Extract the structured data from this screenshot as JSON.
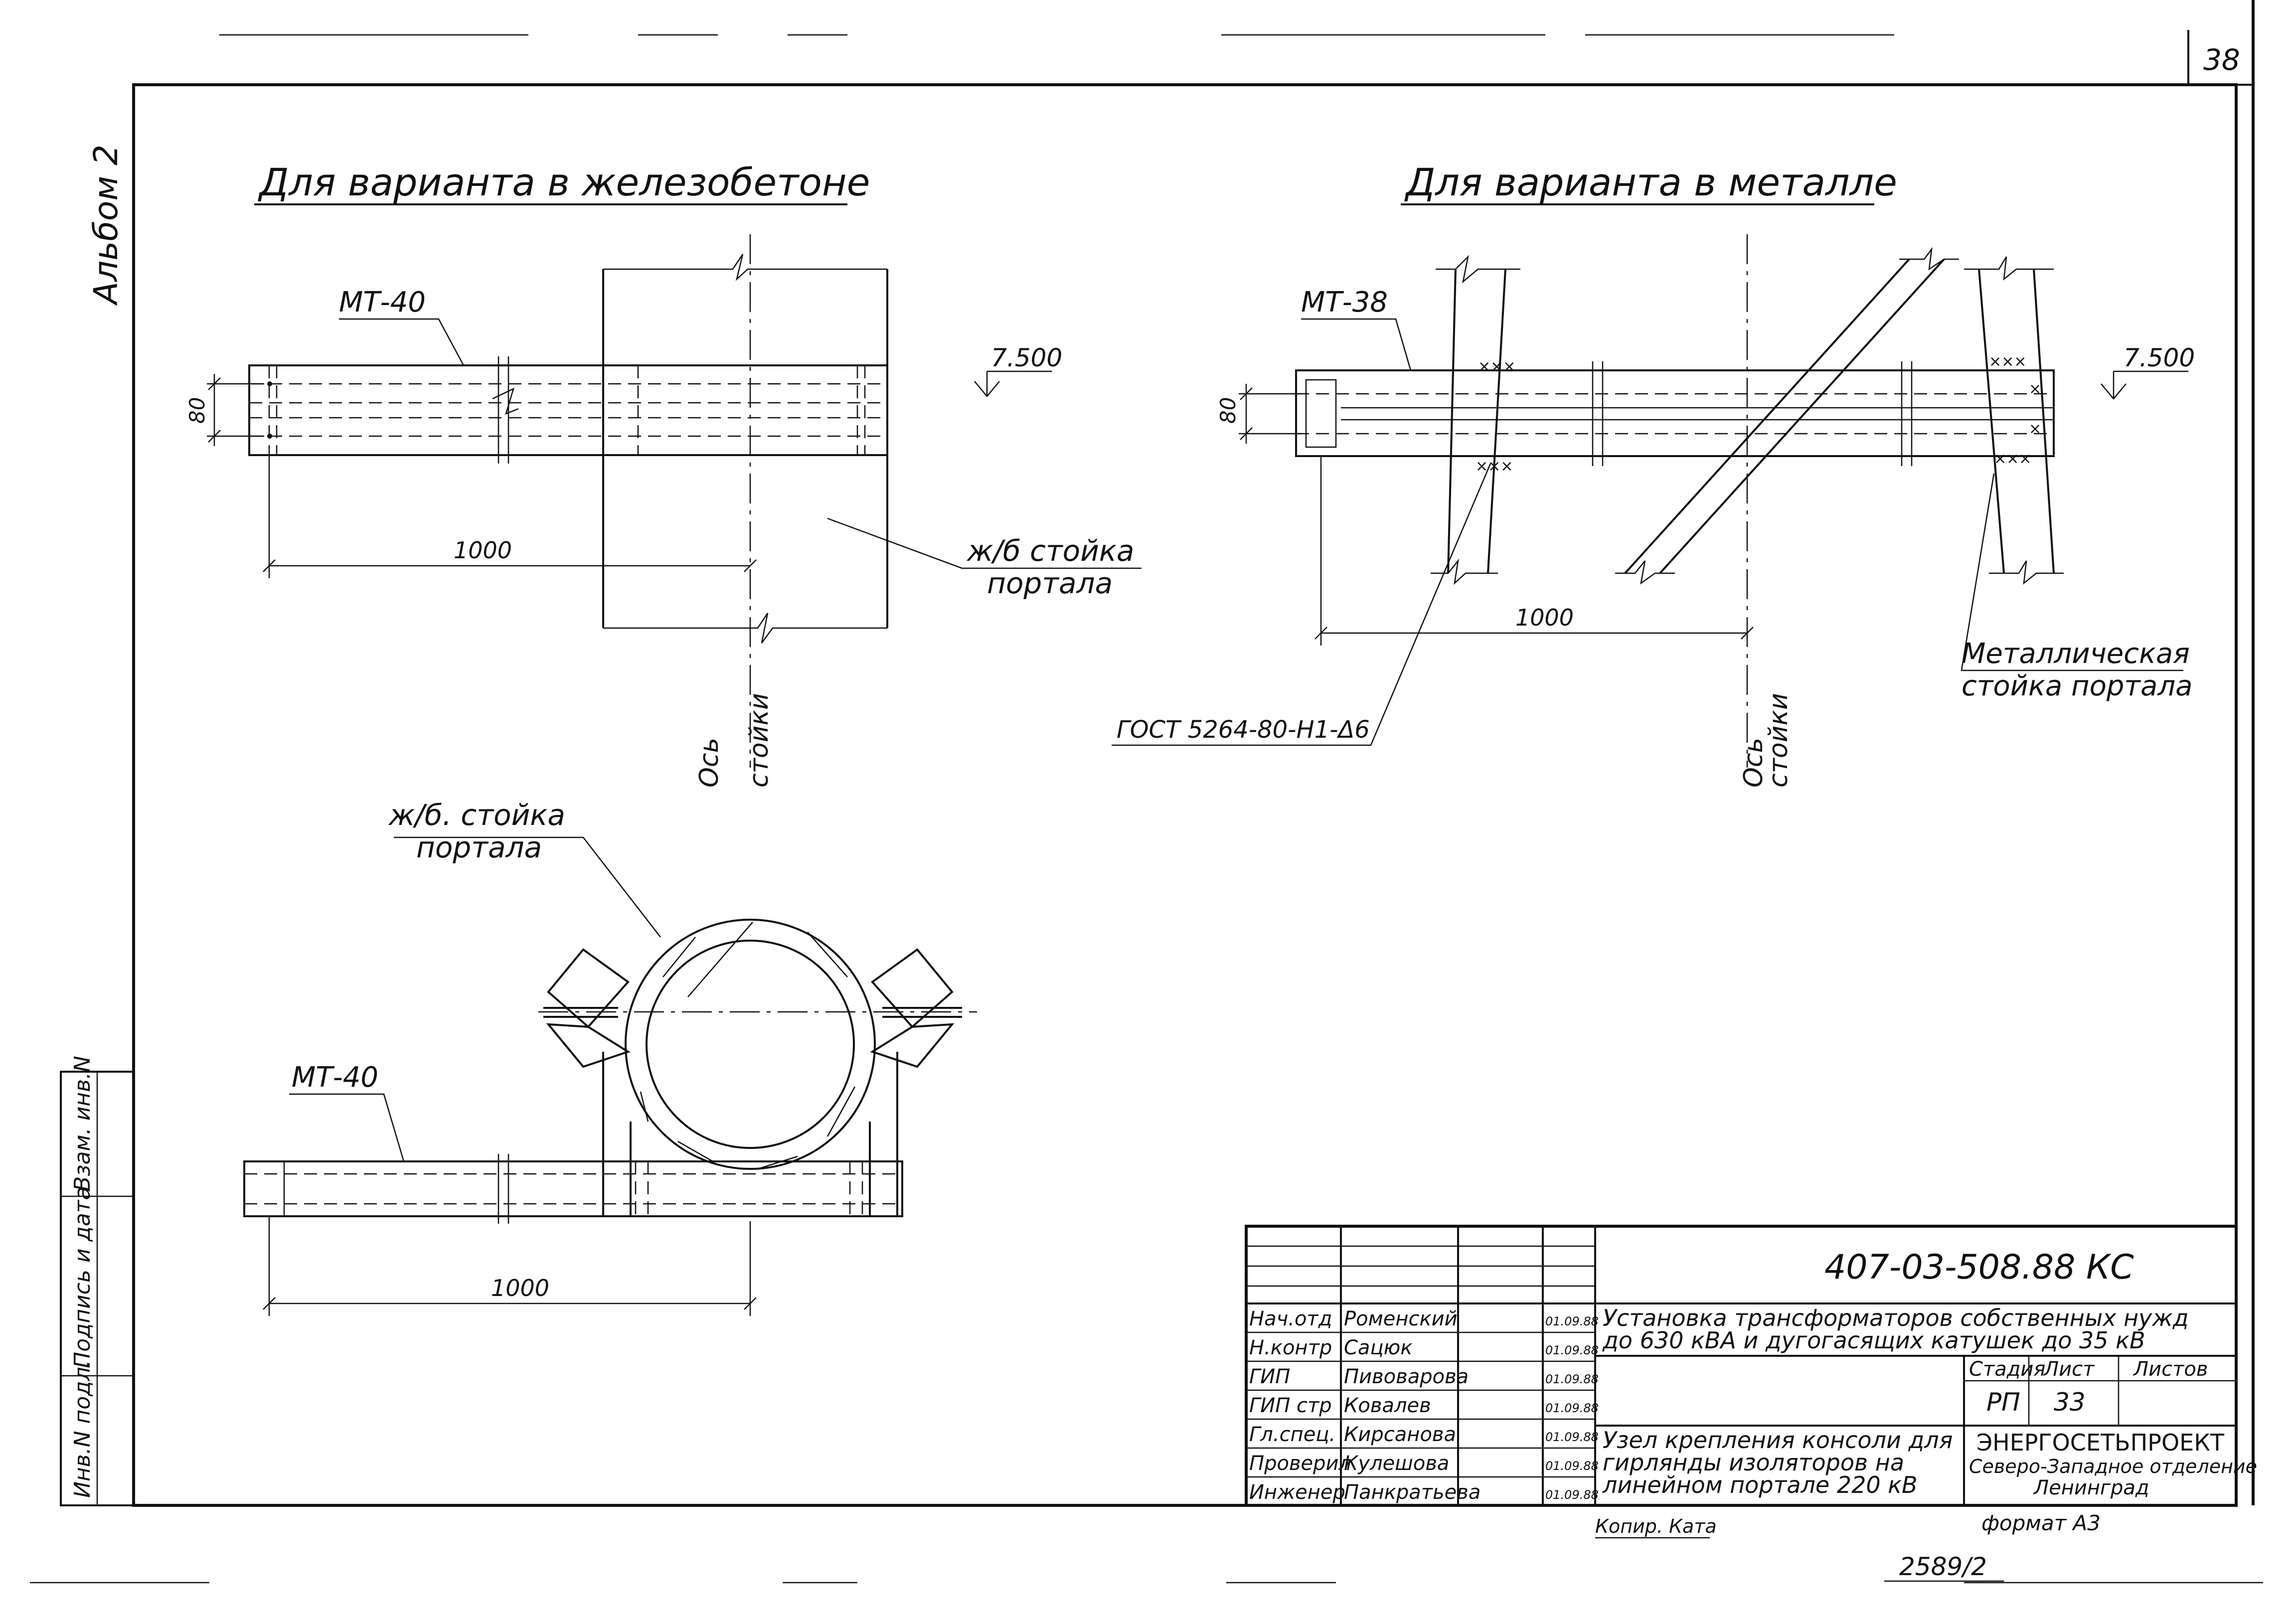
{
  "sheet_number": "38",
  "album_label": "Альбом 2",
  "left_view": {
    "title": "Для варианта в железобетоне",
    "beam_label": "МТ-40",
    "dim_height": "80",
    "dim_length": "1000",
    "elevation": "7.500",
    "column_label_1": "ж/б стойка",
    "column_label_2": "портала",
    "axis_label_1": "Ось",
    "axis_label_2": "стойки"
  },
  "right_view": {
    "title": "Для варианта в металле",
    "beam_label": "МТ-38",
    "dim_height": "80",
    "dim_length": "1000",
    "elevation": "7.500",
    "weld_ref": "ГОСТ 5264-80-Н1-Δ6",
    "column_label_1": "Металлическая",
    "column_label_2": "стойка портала",
    "axis_label_1": "Ось",
    "axis_label_2": "стойки"
  },
  "plan_view": {
    "column_label_1": "ж/б. стойка",
    "column_label_2": "портала",
    "beam_label": "МТ-40",
    "dim_length": "1000"
  },
  "side_stamp": {
    "col1": "Инв.N подл.",
    "col2": "Подпись и дата",
    "col3": "Взам. инв.N"
  },
  "title_block": {
    "code": "407-03-508.88 КС",
    "project": "Установка трансформаторов собственных нужд до 630 кВА и дугогасящих катушек до 35 кВ",
    "project_line1": "Установка трансформаторов собственных нужд",
    "project_line2": "до 630 кВА и дугогасящих катушек до 35 кВ",
    "drawing_line1": "Узел крепления консоли для",
    "drawing_line2": "гирлянды изоляторов на",
    "drawing_line3": "линейном портале 220 кВ",
    "stage_header": "Стадия",
    "sheet_header": "Лист",
    "sheets_header": "Листов",
    "stage": "РП",
    "sheet": "33",
    "org_name": "ЭНЕРГОСЕТЬПРОЕКТ",
    "org_branch": "Северо-Западное отделение",
    "org_city": "Ленинград",
    "format": "формат А3",
    "copied": "Копир. Ката",
    "archive": "2589/2",
    "signatures": [
      {
        "role": "Нач.отд",
        "name": "Роменский",
        "date": "01.09.88"
      },
      {
        "role": "Н.контр",
        "name": "Сацюк",
        "date": "01.09.88"
      },
      {
        "role": "ГИП",
        "name": "Пивоварова",
        "date": "01.09.88"
      },
      {
        "role": "ГИП стр",
        "name": "Ковалев",
        "date": "01.09.88"
      },
      {
        "role": "Гл.спец.",
        "name": "Кирсанова",
        "date": "01.09.88"
      },
      {
        "role": "Проверил",
        "name": "Кулешова",
        "date": "01.09.88"
      },
      {
        "role": "Инженер",
        "name": "Панкратьева",
        "date": "01.09.88"
      }
    ]
  }
}
